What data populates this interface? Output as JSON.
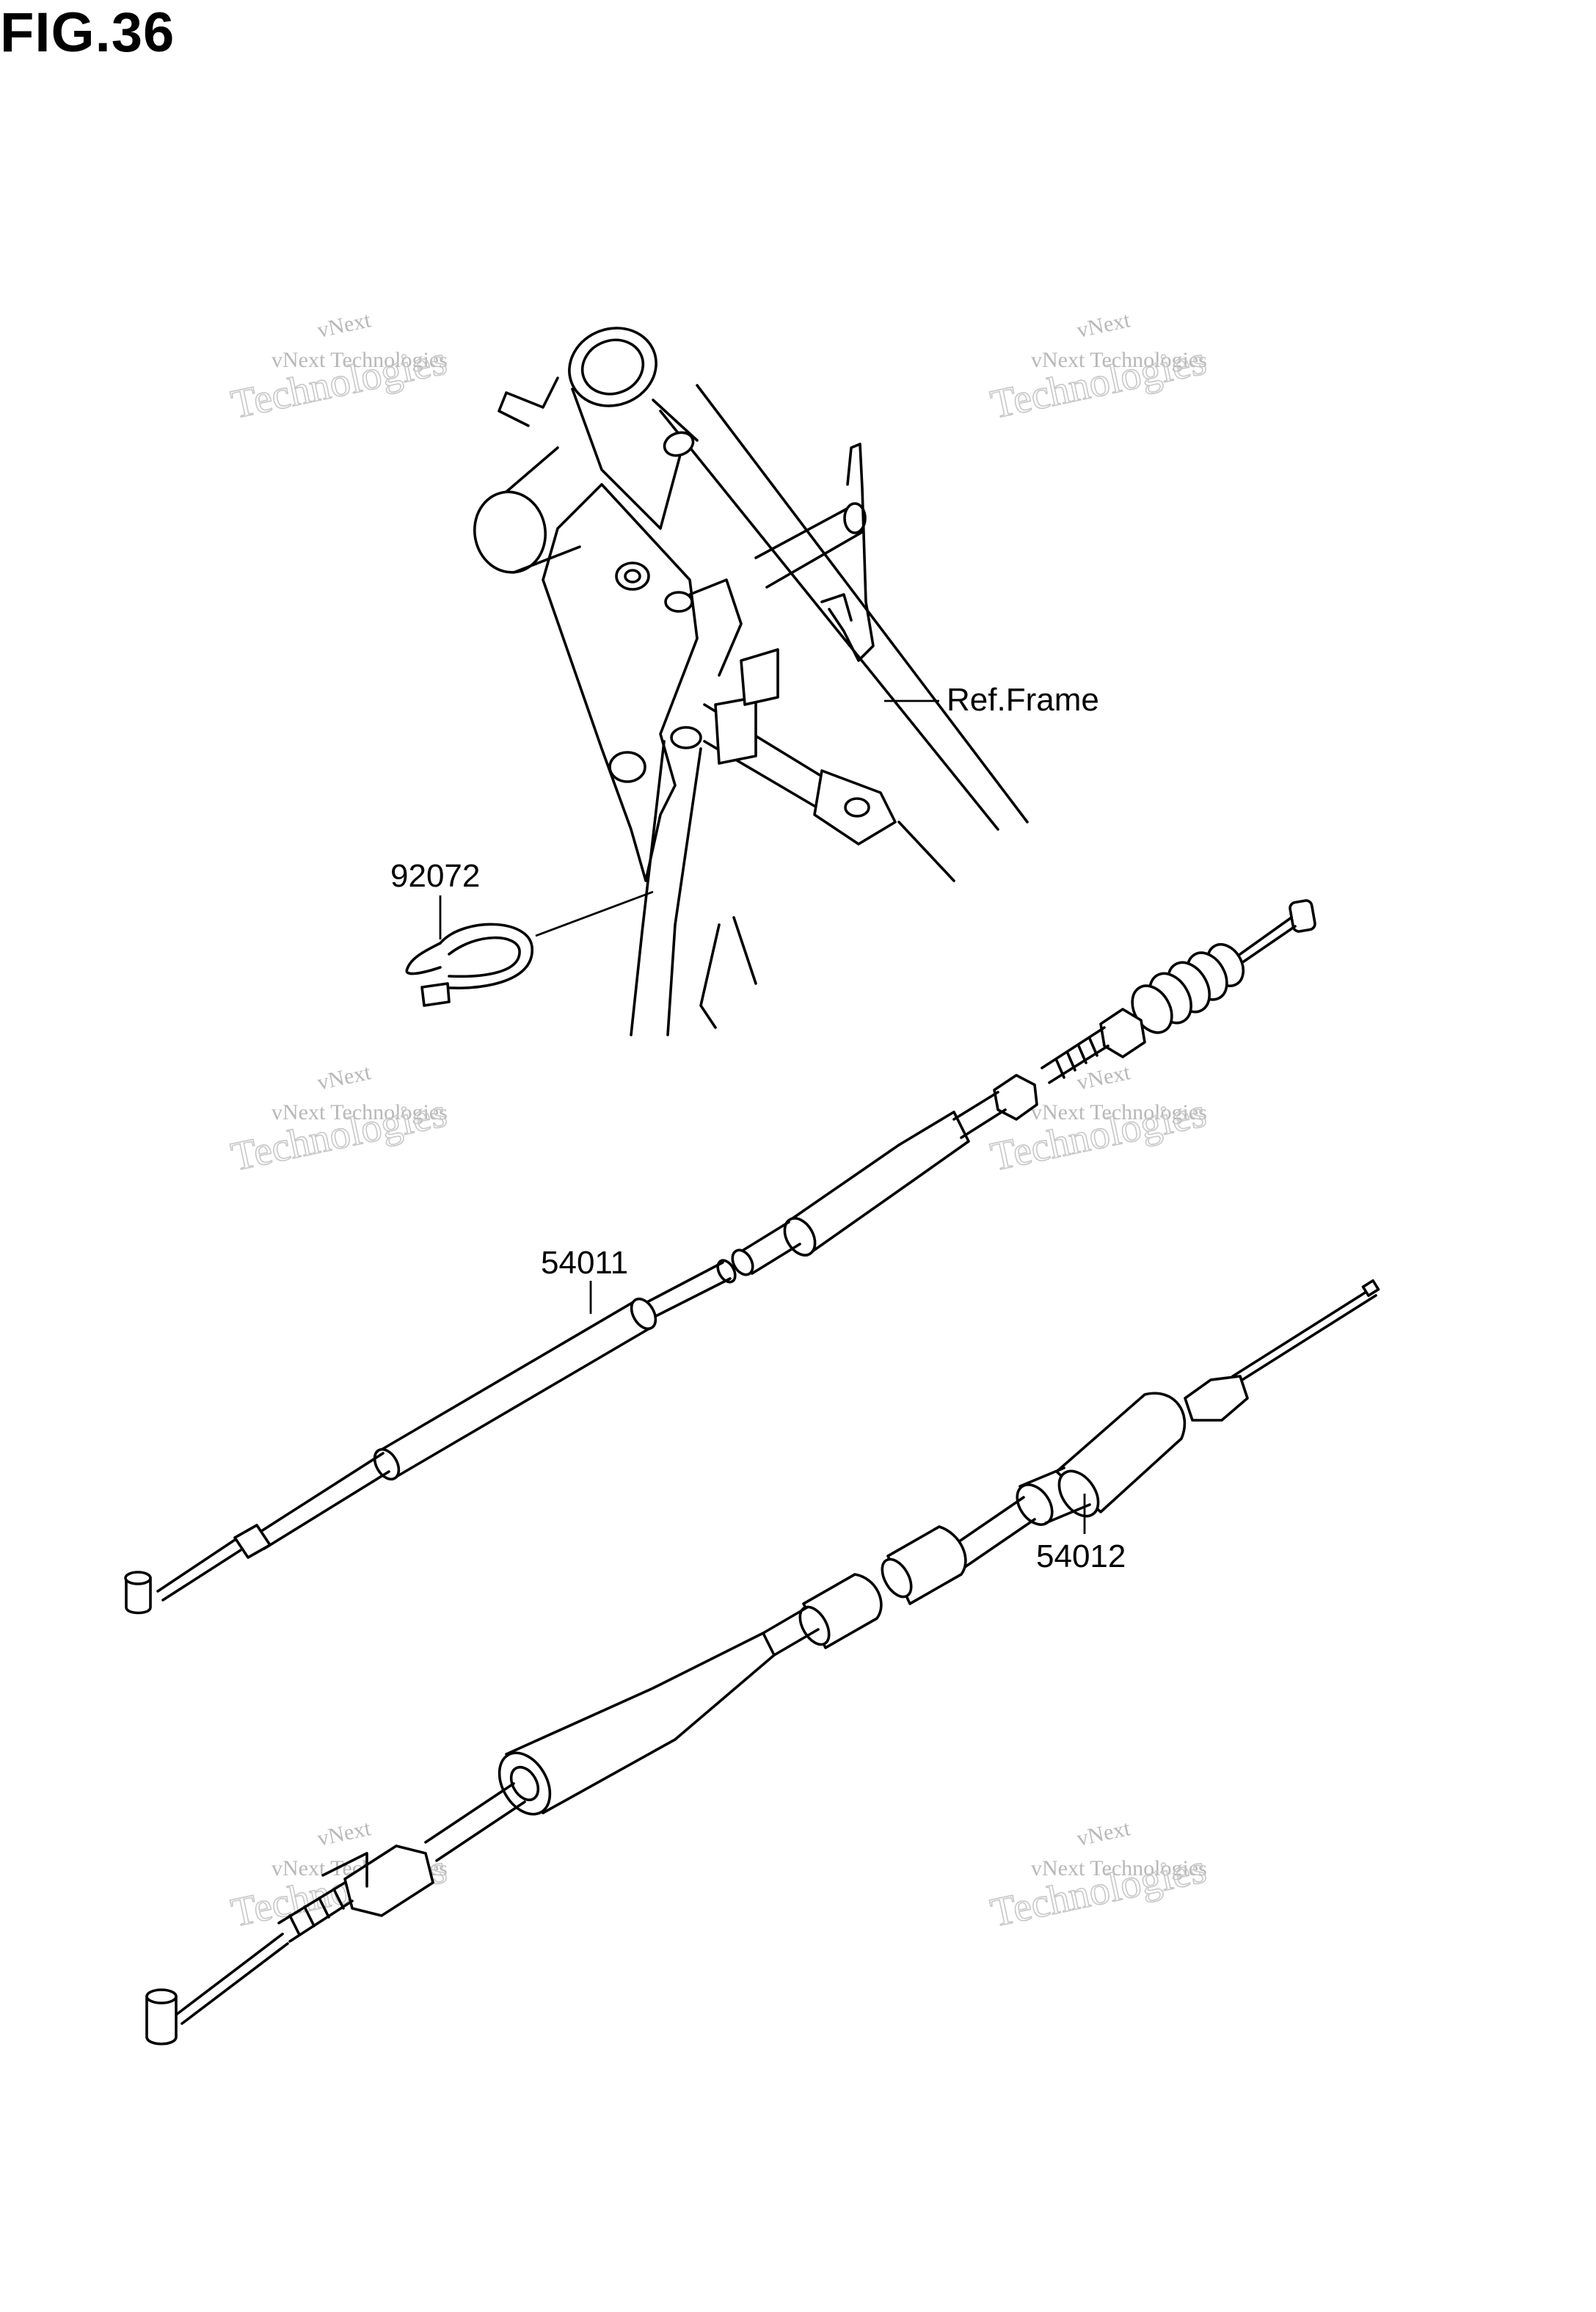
{
  "figure": {
    "title": "FIG.36"
  },
  "callouts": {
    "frame_ref": "Ref.Frame",
    "band": "92072",
    "clutch_cable": "54011",
    "throttle_cable": "54012"
  },
  "watermark": {
    "brand_top": "vNext",
    "brand_line": "vNext Technologies",
    "brand_big": "Technologies"
  },
  "colors": {
    "ink": "#000000",
    "watermark": "#c0c0c0",
    "background": "#ffffff"
  }
}
